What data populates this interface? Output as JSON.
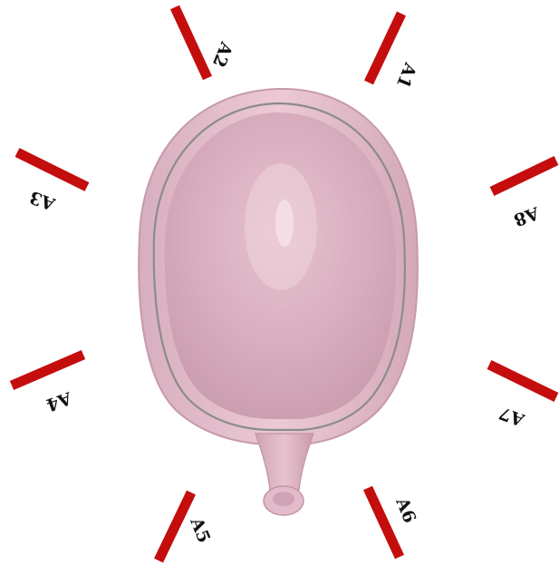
{
  "electrodes": [
    {
      "id": "A1",
      "label": "A1"
    },
    {
      "id": "A2",
      "label": "A2"
    },
    {
      "id": "A3",
      "label": "A3"
    },
    {
      "id": "A4",
      "label": "A4"
    },
    {
      "id": "A5",
      "label": "A5"
    },
    {
      "id": "A6",
      "label": "A6"
    },
    {
      "id": "A7",
      "label": "A7"
    },
    {
      "id": "A8",
      "label": "A8"
    }
  ],
  "colors": {
    "electrode": "#c40d0d",
    "skull_outer": "#e3bccb",
    "skull_inner": "#dcb2c2",
    "skull_shadow": "#b88f9f",
    "suture_line": "#8c8c8a",
    "label_text": "#111111"
  }
}
